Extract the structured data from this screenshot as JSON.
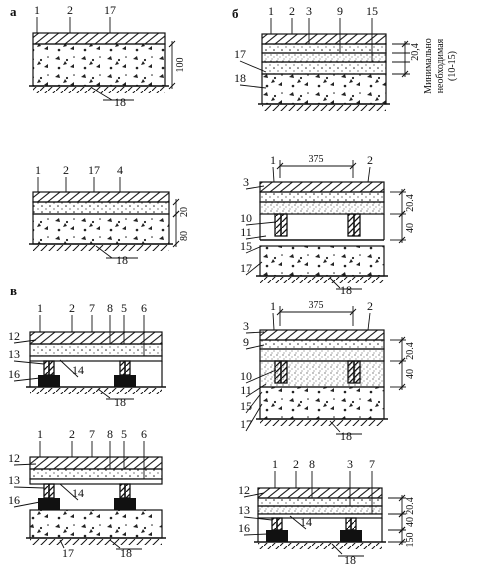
{
  "sections": {
    "a": "а",
    "b": "б",
    "v": "в"
  },
  "labels": {
    "a1": {
      "top": [
        "1",
        "2",
        "17"
      ],
      "bottom": [
        "18"
      ],
      "dims": [
        "100"
      ]
    },
    "a2": {
      "top": [
        "1",
        "2",
        "17",
        "4"
      ],
      "bottom": [
        "18"
      ],
      "dims": [
        "20",
        "80"
      ]
    },
    "b1": {
      "top": [
        "1",
        "2",
        "3",
        "9",
        "15"
      ],
      "left": [
        "17",
        "18"
      ],
      "dims": [
        "20,4"
      ],
      "note": [
        "Минимально",
        "необходимая",
        "(10-15)"
      ]
    },
    "b2": {
      "top": [
        "1",
        "2"
      ],
      "span": "375",
      "left": [
        "3",
        "10",
        "11",
        "15",
        "17"
      ],
      "bottom": [
        "18"
      ],
      "dims": [
        "20.4",
        "40"
      ]
    },
    "b3": {
      "top": [
        "1",
        "2"
      ],
      "span": "375",
      "left": [
        "3",
        "9",
        "10",
        "11",
        "15",
        "17"
      ],
      "bottom": [
        "18"
      ],
      "dims": [
        "20.4",
        "40"
      ]
    },
    "v1": {
      "top": [
        "1",
        "2",
        "7",
        "8",
        "5",
        "6"
      ],
      "left": [
        "12",
        "13",
        "16"
      ],
      "mid": [
        "14"
      ],
      "bottom": [
        "18"
      ]
    },
    "v2": {
      "top": [
        "1",
        "2",
        "7",
        "8",
        "5",
        "6"
      ],
      "left": [
        "12",
        "13",
        "16"
      ],
      "mid": [
        "14"
      ],
      "bottom": [
        "17",
        "18"
      ]
    },
    "b4": {
      "top": [
        "1",
        "2",
        "8",
        "3",
        "7"
      ],
      "left": [
        "12",
        "13",
        "16"
      ],
      "mid": [
        "14"
      ],
      "bottom": [
        "18"
      ],
      "dims": [
        "20.4",
        "40",
        "150"
      ]
    }
  }
}
